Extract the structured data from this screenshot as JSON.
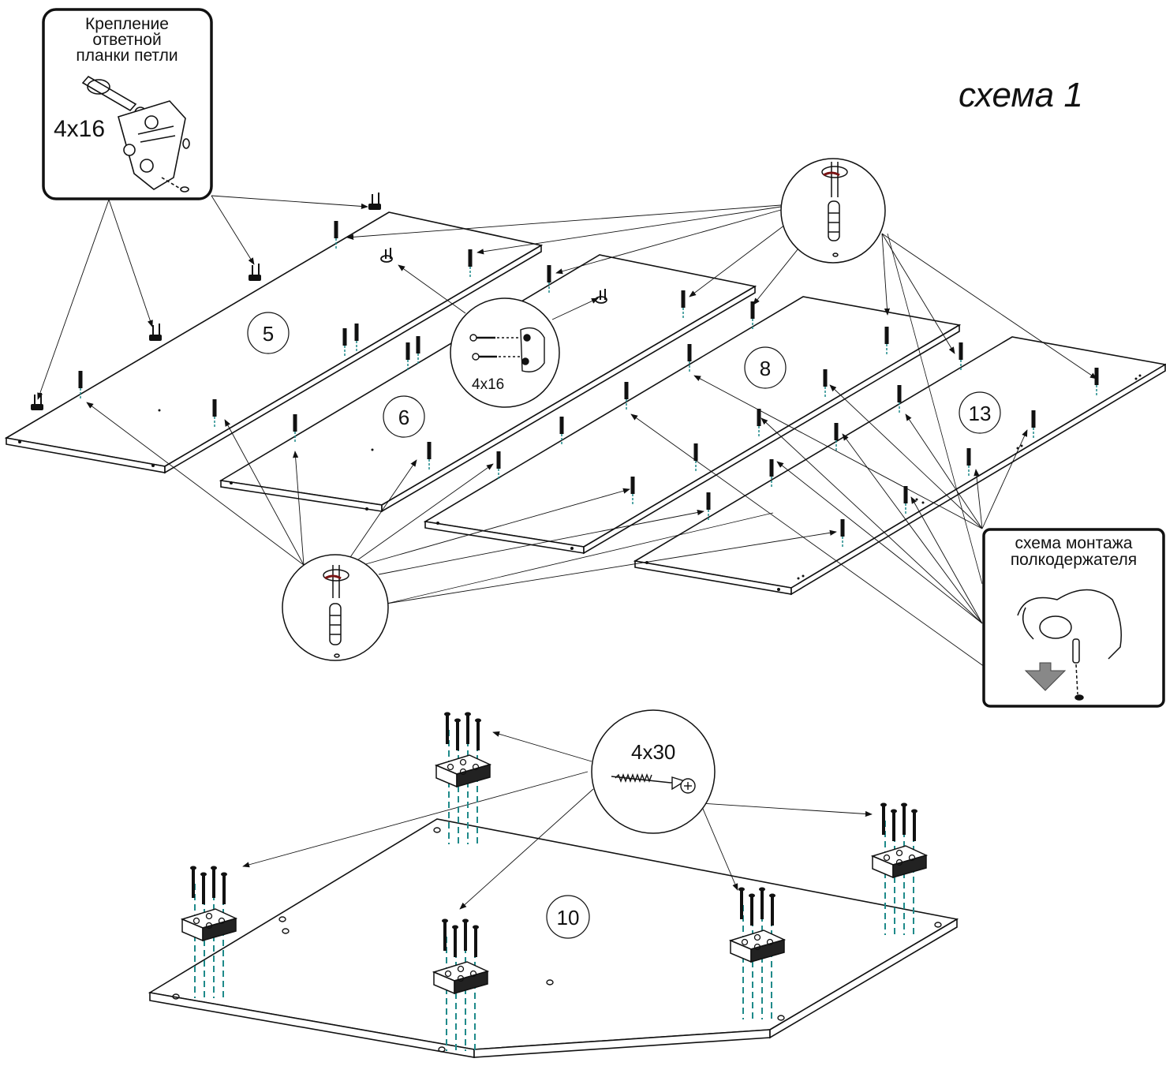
{
  "title": "схема 1",
  "hinge_callout": {
    "caption_line1": "Крепление",
    "caption_line2": "ответной",
    "caption_line3": "планки петли",
    "screw_size": "4x16"
  },
  "bracket_callout": {
    "screw_size": "4x16"
  },
  "leg_callout": {
    "screw_size": "4x30"
  },
  "shelf_support_callout": {
    "caption_line1": "схема монтажа",
    "caption_line2": "полкодержателя"
  },
  "panels": [
    {
      "id": "panel-5",
      "number": "5"
    },
    {
      "id": "panel-6",
      "number": "6"
    },
    {
      "id": "panel-8",
      "number": "8"
    },
    {
      "id": "panel-13",
      "number": "13"
    },
    {
      "id": "panel-10",
      "number": "10"
    }
  ],
  "colors": {
    "line": "#111111",
    "dowel_guide": "#1f8a8a",
    "arrow_fill": "#888888"
  }
}
